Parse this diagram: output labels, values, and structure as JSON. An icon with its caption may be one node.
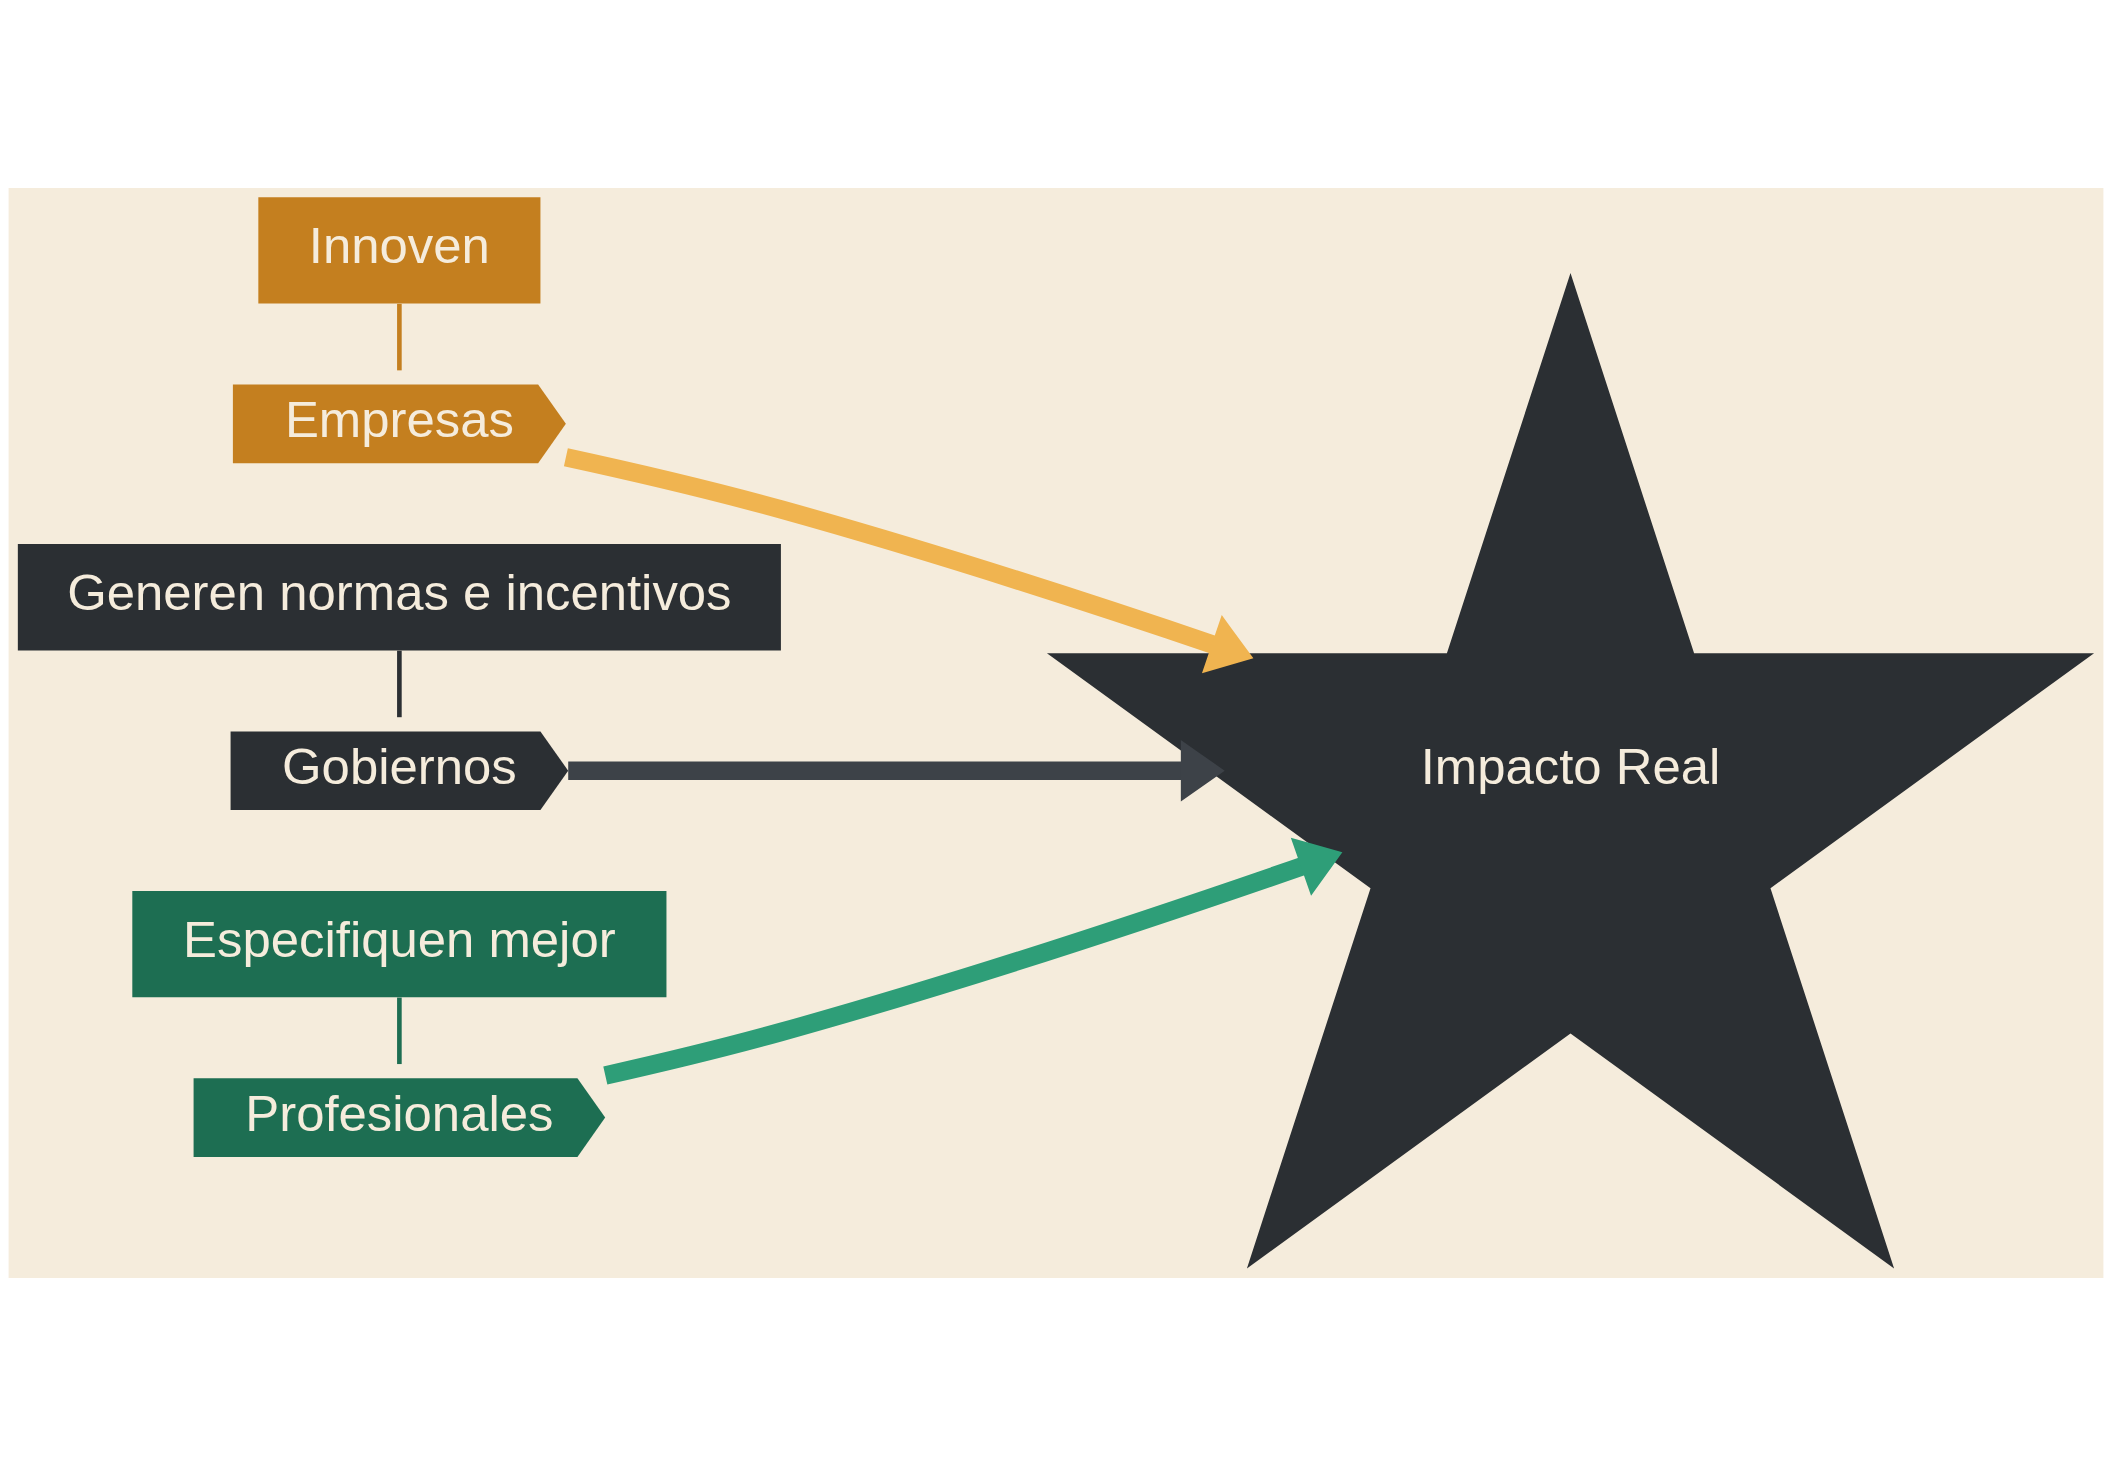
{
  "diagram": {
    "nodes": [
      {
        "text": [
          "Profesionales"
        ]
      },
      {
        "text": [
          "Especifiquen mejor"
        ]
      },
      {
        "text": [
          "Empresas"
        ]
      },
      {
        "text": [
          "Innoven"
        ]
      },
      {
        "text": [
          "Gobiernos"
        ]
      },
      {
        "text": [
          "Generen normas e incentivos"
        ]
      },
      {
        "text": [
          "Impacto Real"
        ]
      }
    ],
    "edges": [
      {
        "from": 1,
        "to": 0,
        "arrow": "none",
        "color": "#1d6e52"
      },
      {
        "from": 3,
        "to": 2,
        "arrow": "none",
        "color": "#c47f1f"
      },
      {
        "from": 5,
        "to": 4,
        "arrow": "none",
        "color": "#2b2f33"
      },
      {
        "from": 0,
        "to": 6,
        "arrow": "to",
        "style": "thick",
        "color": "#2e9e78"
      },
      {
        "from": 2,
        "to": 6,
        "arrow": "to",
        "style": "thick",
        "color": "#f0b450"
      },
      {
        "from": 4,
        "to": 6,
        "arrow": "to",
        "style": "thick",
        "color": "#3d4248"
      }
    ]
  }
}
